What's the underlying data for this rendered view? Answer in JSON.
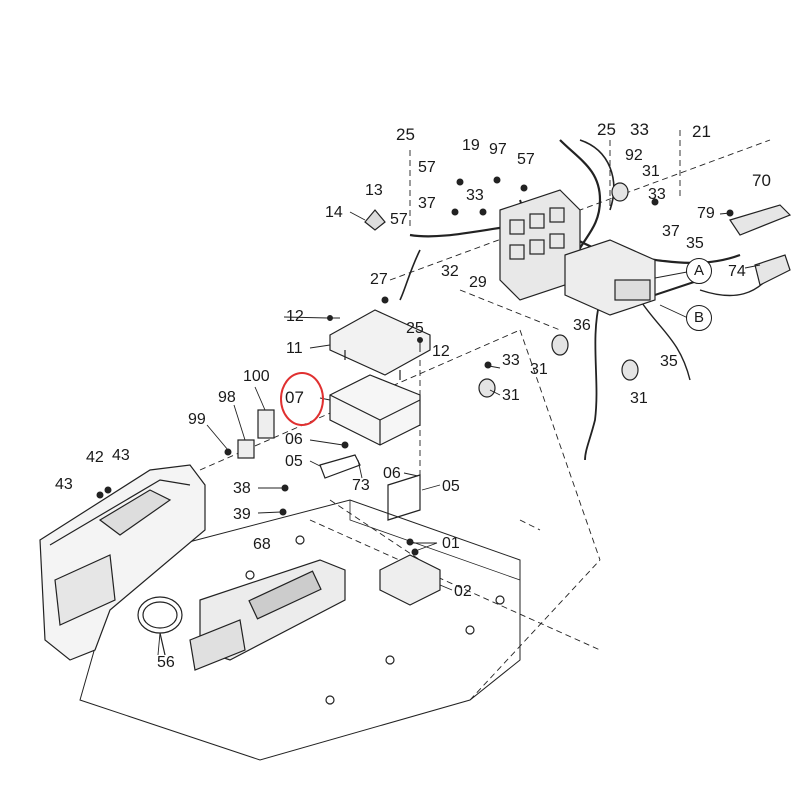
{
  "diagram": {
    "highlight_color": "#e03030",
    "highlighted_part": "07",
    "labels": {
      "l25a": "25",
      "l25b": "25",
      "l33a": "33",
      "l21": "21",
      "l19": "19",
      "l97": "97",
      "l57a": "57",
      "l57b": "57",
      "l57c": "57",
      "l92": "92",
      "l31a": "31",
      "l33b": "33",
      "l33c": "33",
      "l70": "70",
      "l13": "13",
      "l14": "14",
      "l37a": "37",
      "l37b": "37",
      "l35a": "35",
      "l79": "79",
      "l27": "27",
      "l32": "32",
      "l29": "29",
      "l74": "74",
      "l12a": "12",
      "l12b": "12",
      "l25c": "25",
      "l11": "11",
      "l36": "36",
      "l35b": "35",
      "l33d": "33",
      "l31b": "31",
      "l31c": "31",
      "l31d": "31",
      "l100": "100",
      "l98": "98",
      "l07": "07",
      "l99": "99",
      "l06a": "06",
      "l05a": "05",
      "l73": "73",
      "l06b": "06",
      "l05b": "05",
      "l42": "42",
      "l43a": "43",
      "l43b": "43",
      "l38": "38",
      "l39": "39",
      "l01": "01",
      "l68": "68",
      "l02": "02",
      "l56": "56"
    },
    "callouts": {
      "a": "A",
      "b": "B"
    }
  }
}
